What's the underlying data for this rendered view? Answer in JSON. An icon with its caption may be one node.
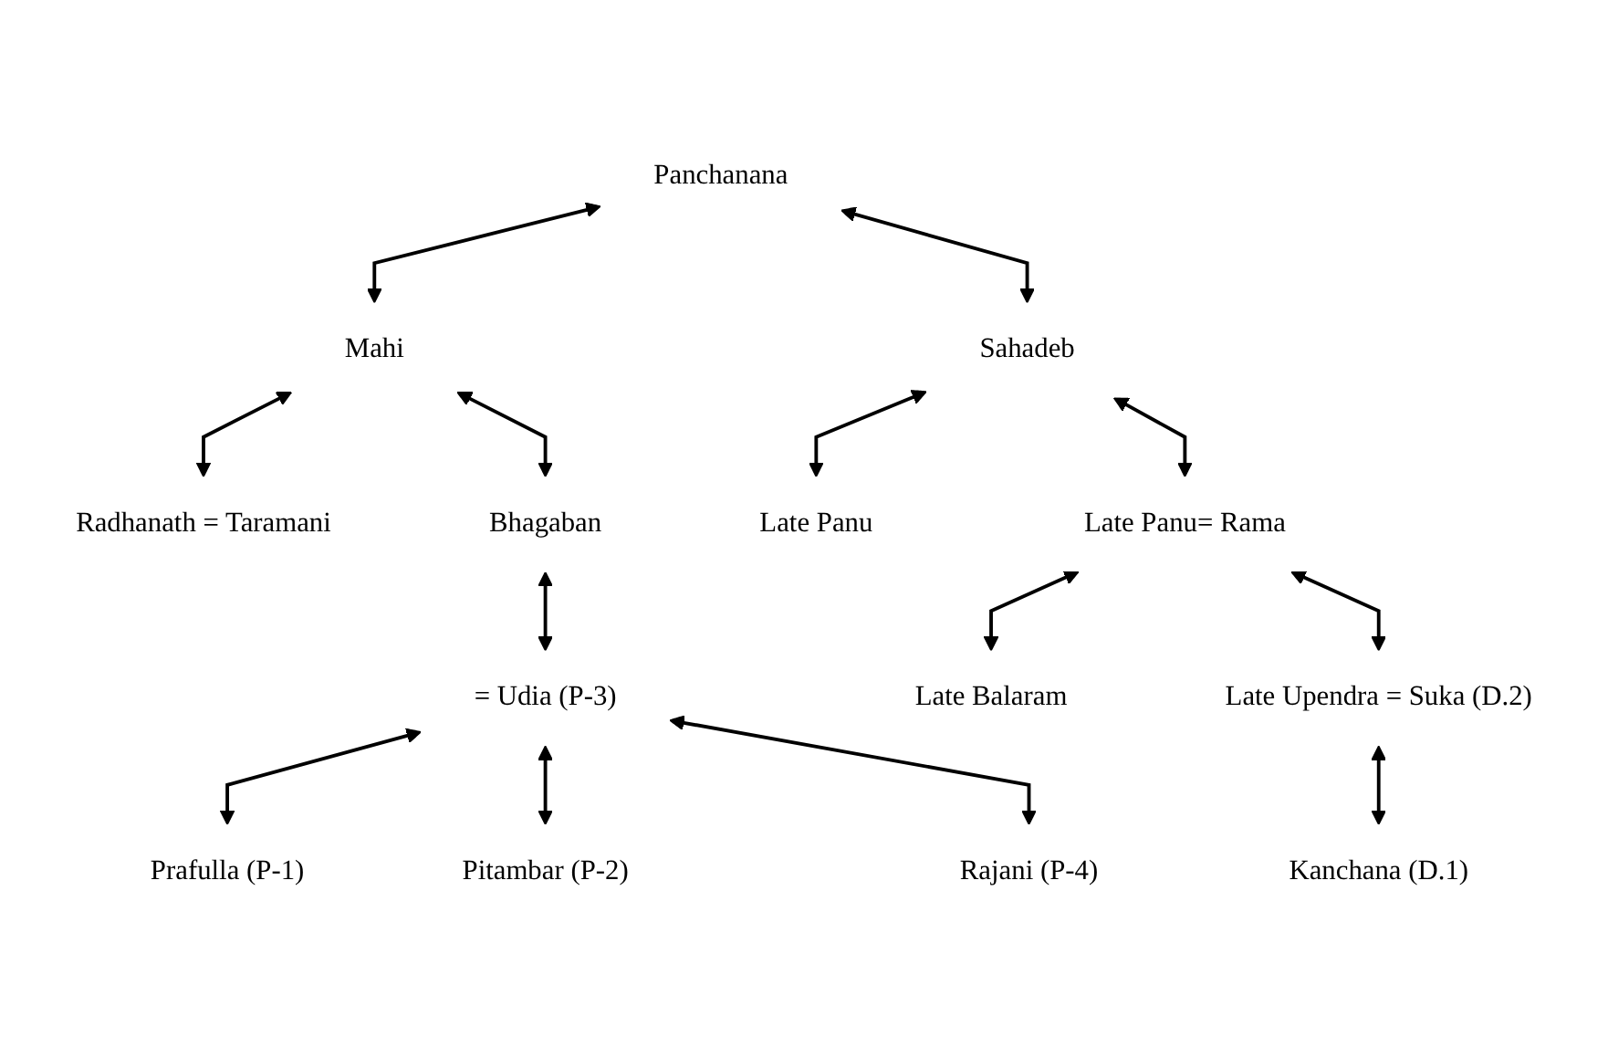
{
  "diagram": {
    "nodes": [
      {
        "text": [
          "Panchanana"
        ]
      },
      {
        "text": [
          "Mahi"
        ]
      },
      {
        "text": [
          "Sahadeb"
        ]
      },
      {
        "text": [
          "Radhanath = Taramani"
        ]
      },
      {
        "text": [
          "Bhagaban"
        ]
      },
      {
        "text": [
          "Late Panu"
        ]
      },
      {
        "text": [
          "Late Panu= Rama"
        ]
      },
      {
        "text": [
          "= Udia (P-3)"
        ]
      },
      {
        "text": [
          "Late Balaram"
        ]
      },
      {
        "text": [
          "Late Upendra = Suka (D.2)"
        ]
      },
      {
        "text": [
          "Kanchana (D.1)"
        ]
      },
      {
        "text": [
          "Prafulla (P-1)"
        ]
      },
      {
        "text": [
          "Pitambar (P-2)"
        ]
      },
      {
        "text": [
          "Rajani (P-4)"
        ]
      }
    ],
    "edges": [
      {
        "from": 0,
        "to": 1,
        "arrow": "both"
      },
      {
        "from": 0,
        "to": 2,
        "arrow": "both"
      },
      {
        "from": 1,
        "to": 3,
        "arrow": "both"
      },
      {
        "from": 1,
        "to": 4,
        "arrow": "both"
      },
      {
        "from": 2,
        "to": 5,
        "arrow": "both"
      },
      {
        "from": 2,
        "to": 6,
        "arrow": "both"
      },
      {
        "from": 4,
        "to": 7,
        "arrow": "both"
      },
      {
        "from": 6,
        "to": 8,
        "arrow": "both"
      },
      {
        "from": 6,
        "to": 9,
        "arrow": "both"
      },
      {
        "from": 9,
        "to": 10,
        "arrow": "both"
      },
      {
        "from": 7,
        "to": 11,
        "arrow": "both"
      },
      {
        "from": 7,
        "to": 12,
        "arrow": "both"
      },
      {
        "from": 7,
        "to": 13,
        "arrow": "both"
      }
    ]
  }
}
